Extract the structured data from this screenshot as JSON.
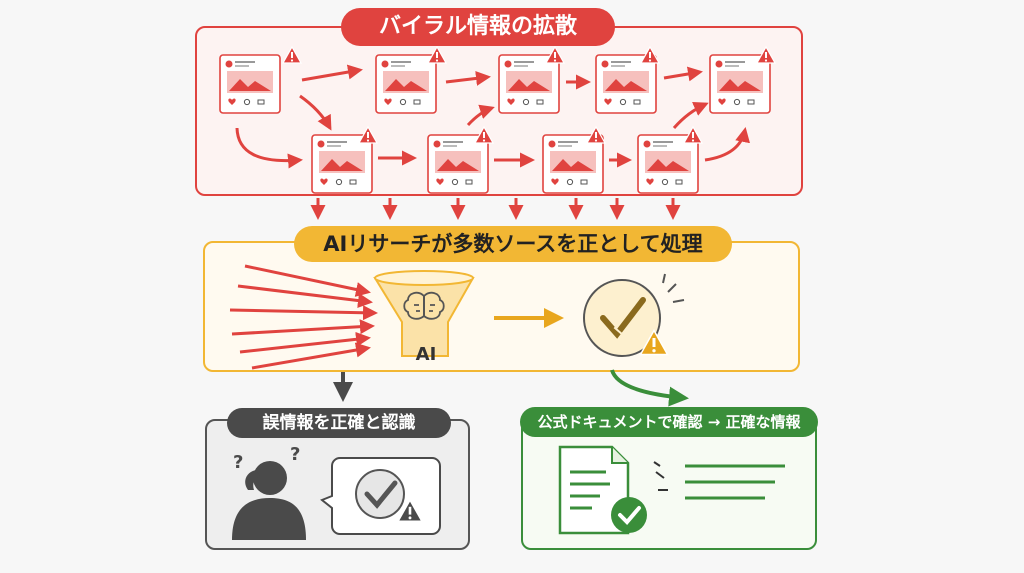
{
  "viral": {
    "title": "バイラル情報の拡散"
  },
  "ai_research": {
    "title": "AIリサーチが多数ソースを正として処理",
    "funnel_label": "AI"
  },
  "misinformation": {
    "title": "誤情報を正確と認識"
  },
  "verification": {
    "title": "公式ドキュメントで確認 → 正確な情報"
  },
  "colors": {
    "red": "#e0433f",
    "yellow": "#f2b734",
    "gray": "#4a4a4a",
    "green": "#3a8e3a"
  },
  "icons": [
    "warning-icon",
    "heart-icon",
    "comment-icon",
    "share-icon",
    "brain-icon",
    "broken-check-icon",
    "person-icon",
    "question-icon",
    "document-icon",
    "check-icon"
  ]
}
